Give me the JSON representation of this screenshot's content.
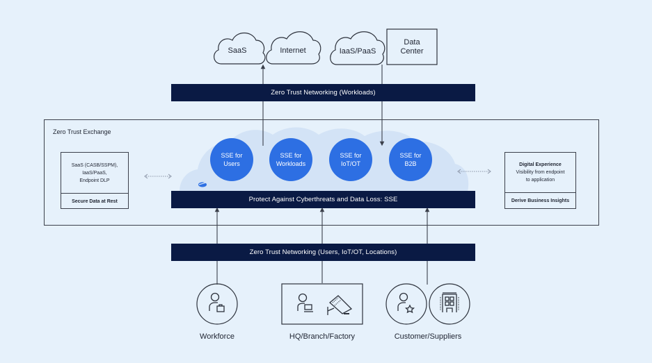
{
  "destinations": {
    "saas": "SaaS",
    "internet": "Internet",
    "iaas_paas": "IaaS/PaaS",
    "data_center_line1": "Data",
    "data_center_line2": "Center"
  },
  "bars": {
    "workloads": "Zero Trust Networking (Workloads)",
    "sse": "Protect Against Cyberthreats and Data Loss: SSE",
    "users": "Zero Trust Networking (Users, IoT/OT, Locations)"
  },
  "exchange": {
    "title": "Zero Trust Exchange",
    "left_box": {
      "line1": "SaaS (CASB/SSPM),",
      "line2": "IaaS/PaaS,",
      "line3": "Endpoint DLP",
      "footer": "Secure Data at Rest"
    },
    "right_box": {
      "line1": "Digital Experience",
      "line2": "Visibility from endpoint",
      "line3": "to application",
      "footer": "Derive Business Insights"
    },
    "services": [
      {
        "line1": "SSE for",
        "line2": "Users"
      },
      {
        "line1": "SSE for",
        "line2": "Workloads"
      },
      {
        "line1": "SSE for",
        "line2": "IoT/OT"
      },
      {
        "line1": "SSE for",
        "line2": "B2B"
      }
    ]
  },
  "sources": {
    "workforce": "Workforce",
    "hq": "HQ/Branch/Factory",
    "customers": "Customer/Suppliers"
  },
  "colors": {
    "background": "#e6f1fb",
    "navy": "#0a1a44",
    "accent_blue": "#2d6fe3",
    "cloud_fill": "#d3e3f6"
  }
}
